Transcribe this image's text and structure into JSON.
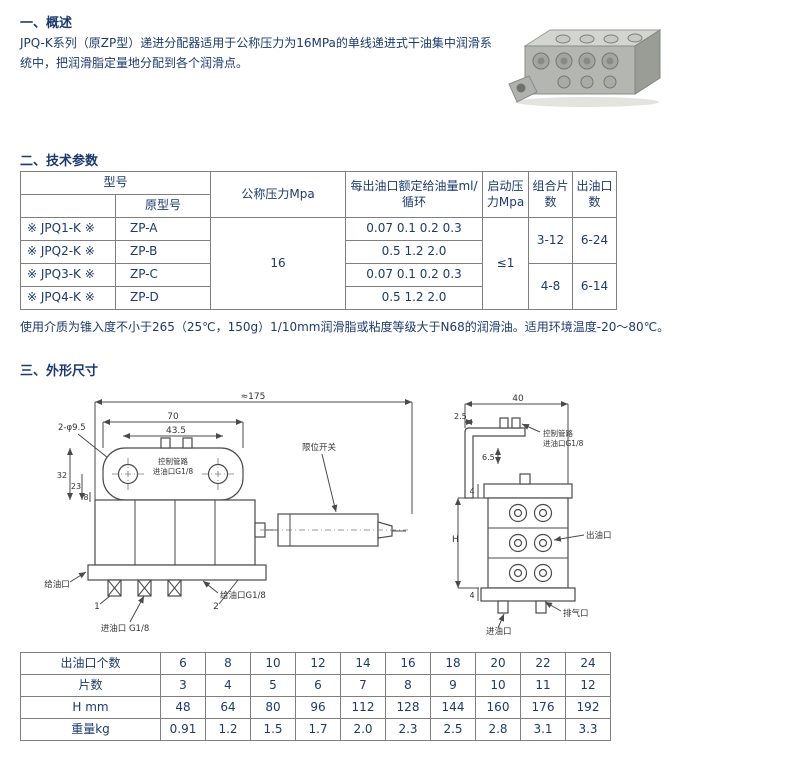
{
  "section1": {
    "heading": "一、概述",
    "body": "JPQ-K系列（原ZP型）递进分配器适用于公称压力为16MPa的单线递进式干油集中润滑系统中，把润滑脂定量地分配到各个润滑点。"
  },
  "section2": {
    "heading": "二、技术参数",
    "headers": {
      "model": "型号",
      "orig_model": "原型号",
      "pressure": "公称压力Mpa",
      "flow": "每出油口额定给油量ml/循环",
      "start_pressure": "启动压力Mpa",
      "plates": "组合片数",
      "outlets": "出油口数"
    },
    "rows": [
      {
        "model": "※ JPQ1-K ※",
        "orig": "ZP-A",
        "flow": "0.07 0.1 0.2 0.3"
      },
      {
        "model": "※ JPQ2-K ※",
        "orig": "ZP-B",
        "flow": "0.5 1.2 2.0"
      },
      {
        "model": "※ JPQ3-K ※",
        "orig": "ZP-C",
        "flow": "0.07 0.1 0.2 0.3"
      },
      {
        "model": "※ JPQ4-K ※",
        "orig": "ZP-D",
        "flow": "0.5 1.2 2.0"
      }
    ],
    "pressure_value": "16",
    "start_pressure_value": "≤1",
    "plates_values": [
      "3-12",
      "4-8"
    ],
    "outlets_values": [
      "6-24",
      "6-14"
    ],
    "note": "使用介质为锥入度不小于265（25℃，150g）1/10mm润滑脂或粘度等级大于N68的润滑油。适用环境温度-20～80℃。"
  },
  "section3": {
    "heading": "三、外形尺寸",
    "front_view": {
      "dim_total": "≈175",
      "dim_70": "70",
      "dim_43_5": "43.5",
      "dim_holes": "2-φ9.5",
      "control_line": "控制管路",
      "control_inlet": "进油口G1/8",
      "limit_switch": "限位开关",
      "dim_32": "32",
      "dim_23": "23",
      "dim_8": "8",
      "oil_port": "给油口",
      "oil_port_g": "给油口G1/8",
      "inlet_g": "进油口 G1/8",
      "mark_1": "1",
      "mark_2": "2"
    },
    "side_view": {
      "dim_40": "40",
      "dim_2_5": "2.5",
      "control_line": "控制管路",
      "control_inlet": "进油口G1/8",
      "dim_6_5": "6.5",
      "dim_4_top": "4",
      "dim_h": "H",
      "dim_4_bottom": "4",
      "outlet": "出油口",
      "vent": "排气口",
      "inlet": "进油口"
    }
  },
  "size_table": {
    "row_labels": [
      "出油口个数",
      "片数",
      "H mm",
      "重量kg"
    ],
    "outlets": [
      "6",
      "8",
      "10",
      "12",
      "14",
      "16",
      "18",
      "20",
      "22",
      "24"
    ],
    "plates": [
      "3",
      "4",
      "5",
      "6",
      "7",
      "8",
      "9",
      "10",
      "11",
      "12"
    ],
    "h_mm": [
      "48",
      "64",
      "80",
      "96",
      "112",
      "128",
      "144",
      "160",
      "176",
      "192"
    ],
    "weight_kg": [
      "0.91",
      "1.2",
      "1.5",
      "1.7",
      "2.0",
      "2.3",
      "2.5",
      "2.8",
      "3.1",
      "3.3"
    ]
  }
}
